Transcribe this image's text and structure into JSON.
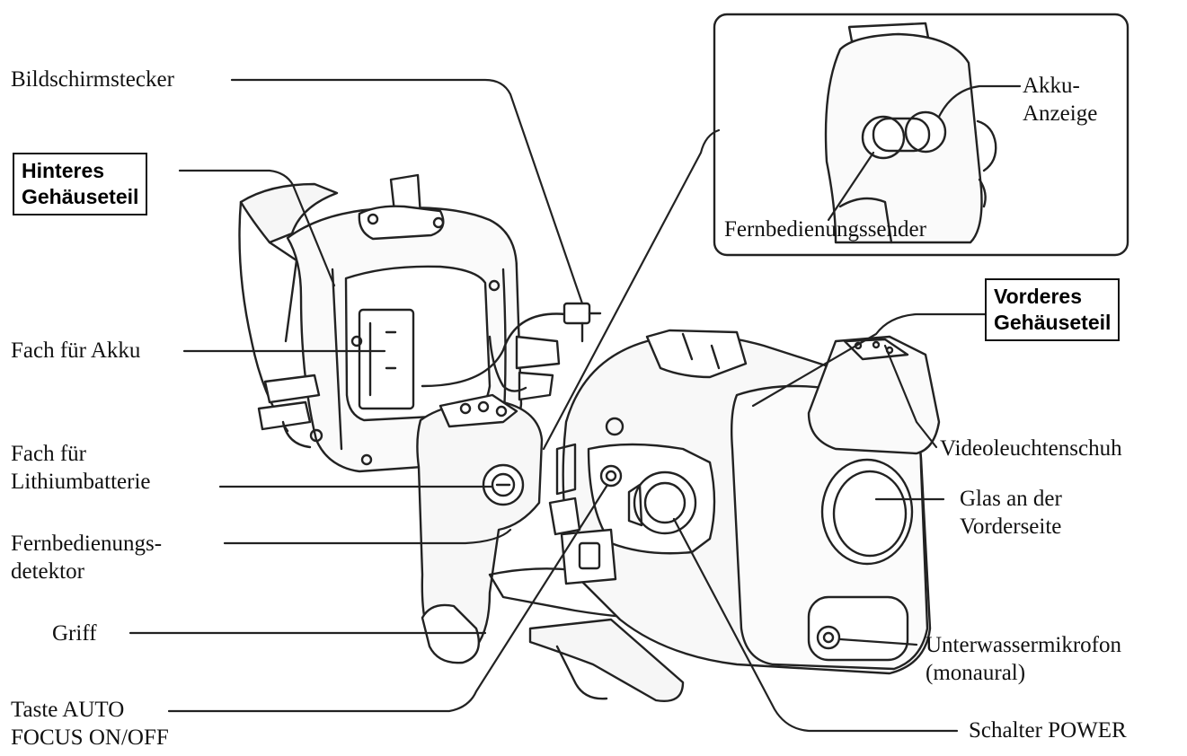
{
  "labels": {
    "bildschirmstecker": "Bildschirmstecker",
    "hinteres_line1": "Hinteres",
    "hinteres_line2": "Gehäuseteil",
    "fach_akku": "Fach für Akku",
    "fach_lithium_line1": "Fach für",
    "fach_lithium_line2": "Lithiumbatterie",
    "fernbed_detektor_line1": "Fernbedienungs-",
    "fernbed_detektor_line2": "detektor",
    "griff": "Griff",
    "taste_af_line1": "Taste AUTO",
    "taste_af_line2": "FOCUS ON/OFF",
    "akku_anzeige_line1": "Akku-",
    "akku_anzeige_line2": "Anzeige",
    "fernbed_sender": "Fernbedienungssender",
    "vorderes_line1": "Vorderes",
    "vorderes_line2": "Gehäuseteil",
    "videoleuchtenschuh": "Videoleuchtenschuh",
    "glas_line1": "Glas an der",
    "glas_line2": "Vorderseite",
    "mikro_line1": "Unterwassermikrofon",
    "mikro_line2": "(monaural)",
    "schalter_power": "Schalter POWER"
  }
}
